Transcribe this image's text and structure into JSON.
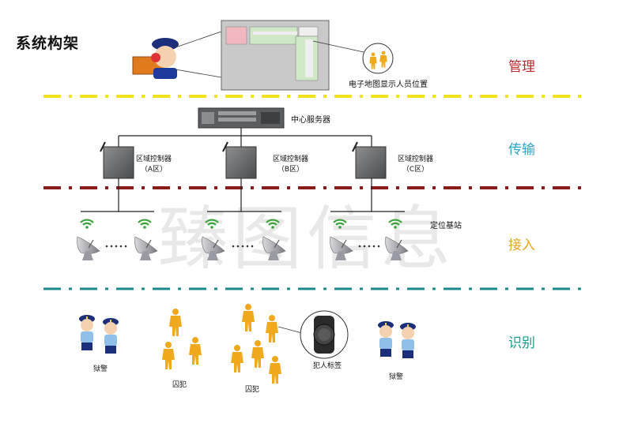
{
  "title": "系统构架",
  "layers": {
    "management": "管理",
    "transmission": "传输",
    "access": "接入",
    "identification": "识别"
  },
  "labels": {
    "map_display": "电子地图显示人员位置",
    "central_server": "中心服务器",
    "controller_a_line1": "区域控制器",
    "controller_a_line2": "（A区）",
    "controller_b_line1": "区域控制器",
    "controller_b_line2": "（B区）",
    "controller_c_line1": "区域控制器",
    "controller_c_line2": "（C区）",
    "base_station": "定位基站",
    "guard_left": "狱警",
    "prisoner_group1": "囚犯",
    "prisoner_group2": "囚犯",
    "prisoner_tag": "犯人标签",
    "guard_right": "狱警"
  },
  "watermark": "臻图信息",
  "colors": {
    "management": "#c0272d",
    "transmission": "#2aa6c6",
    "access": "#e8a41c",
    "identification": "#1a9a8a",
    "divider_yellow": "#f2e21c",
    "divider_red": "#8a1c1c",
    "divider_teal": "#1a8a8a",
    "prisoner": "#f0a81c",
    "guard": "#1c3a8a"
  }
}
